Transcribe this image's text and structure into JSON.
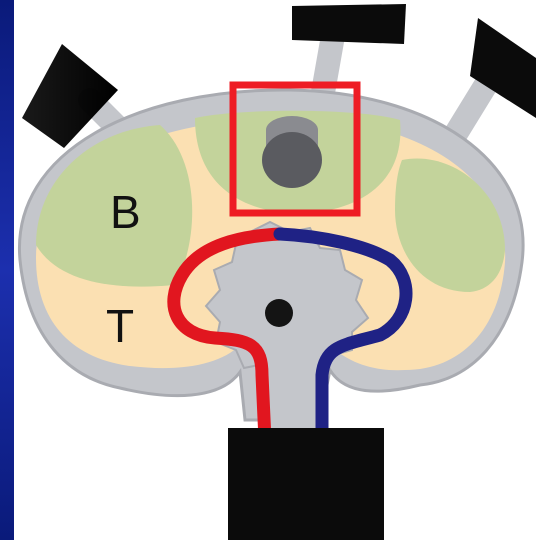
{
  "labels": {
    "b": "B",
    "t": "T"
  },
  "colors": {
    "background": "#ffffff",
    "frame_bar": "#0a1a7a",
    "shell_gray": "#c4c6cb",
    "shell_outline": "#a9abb1",
    "tan_zone": "#fbe0b2",
    "green_zone": "#c3d39b",
    "probe_black": "#0b0b0b",
    "highlight_box": "#ee1c24",
    "artery_red": "#e1161f",
    "vein_blue": "#1f2285",
    "center_dot": "#141414",
    "cylinder_dark": "#5a5b60",
    "cylinder_light": "#8a8b90"
  },
  "icons": {
    "probes": "black-electrode-probe",
    "highlight": "red-selection-box"
  }
}
